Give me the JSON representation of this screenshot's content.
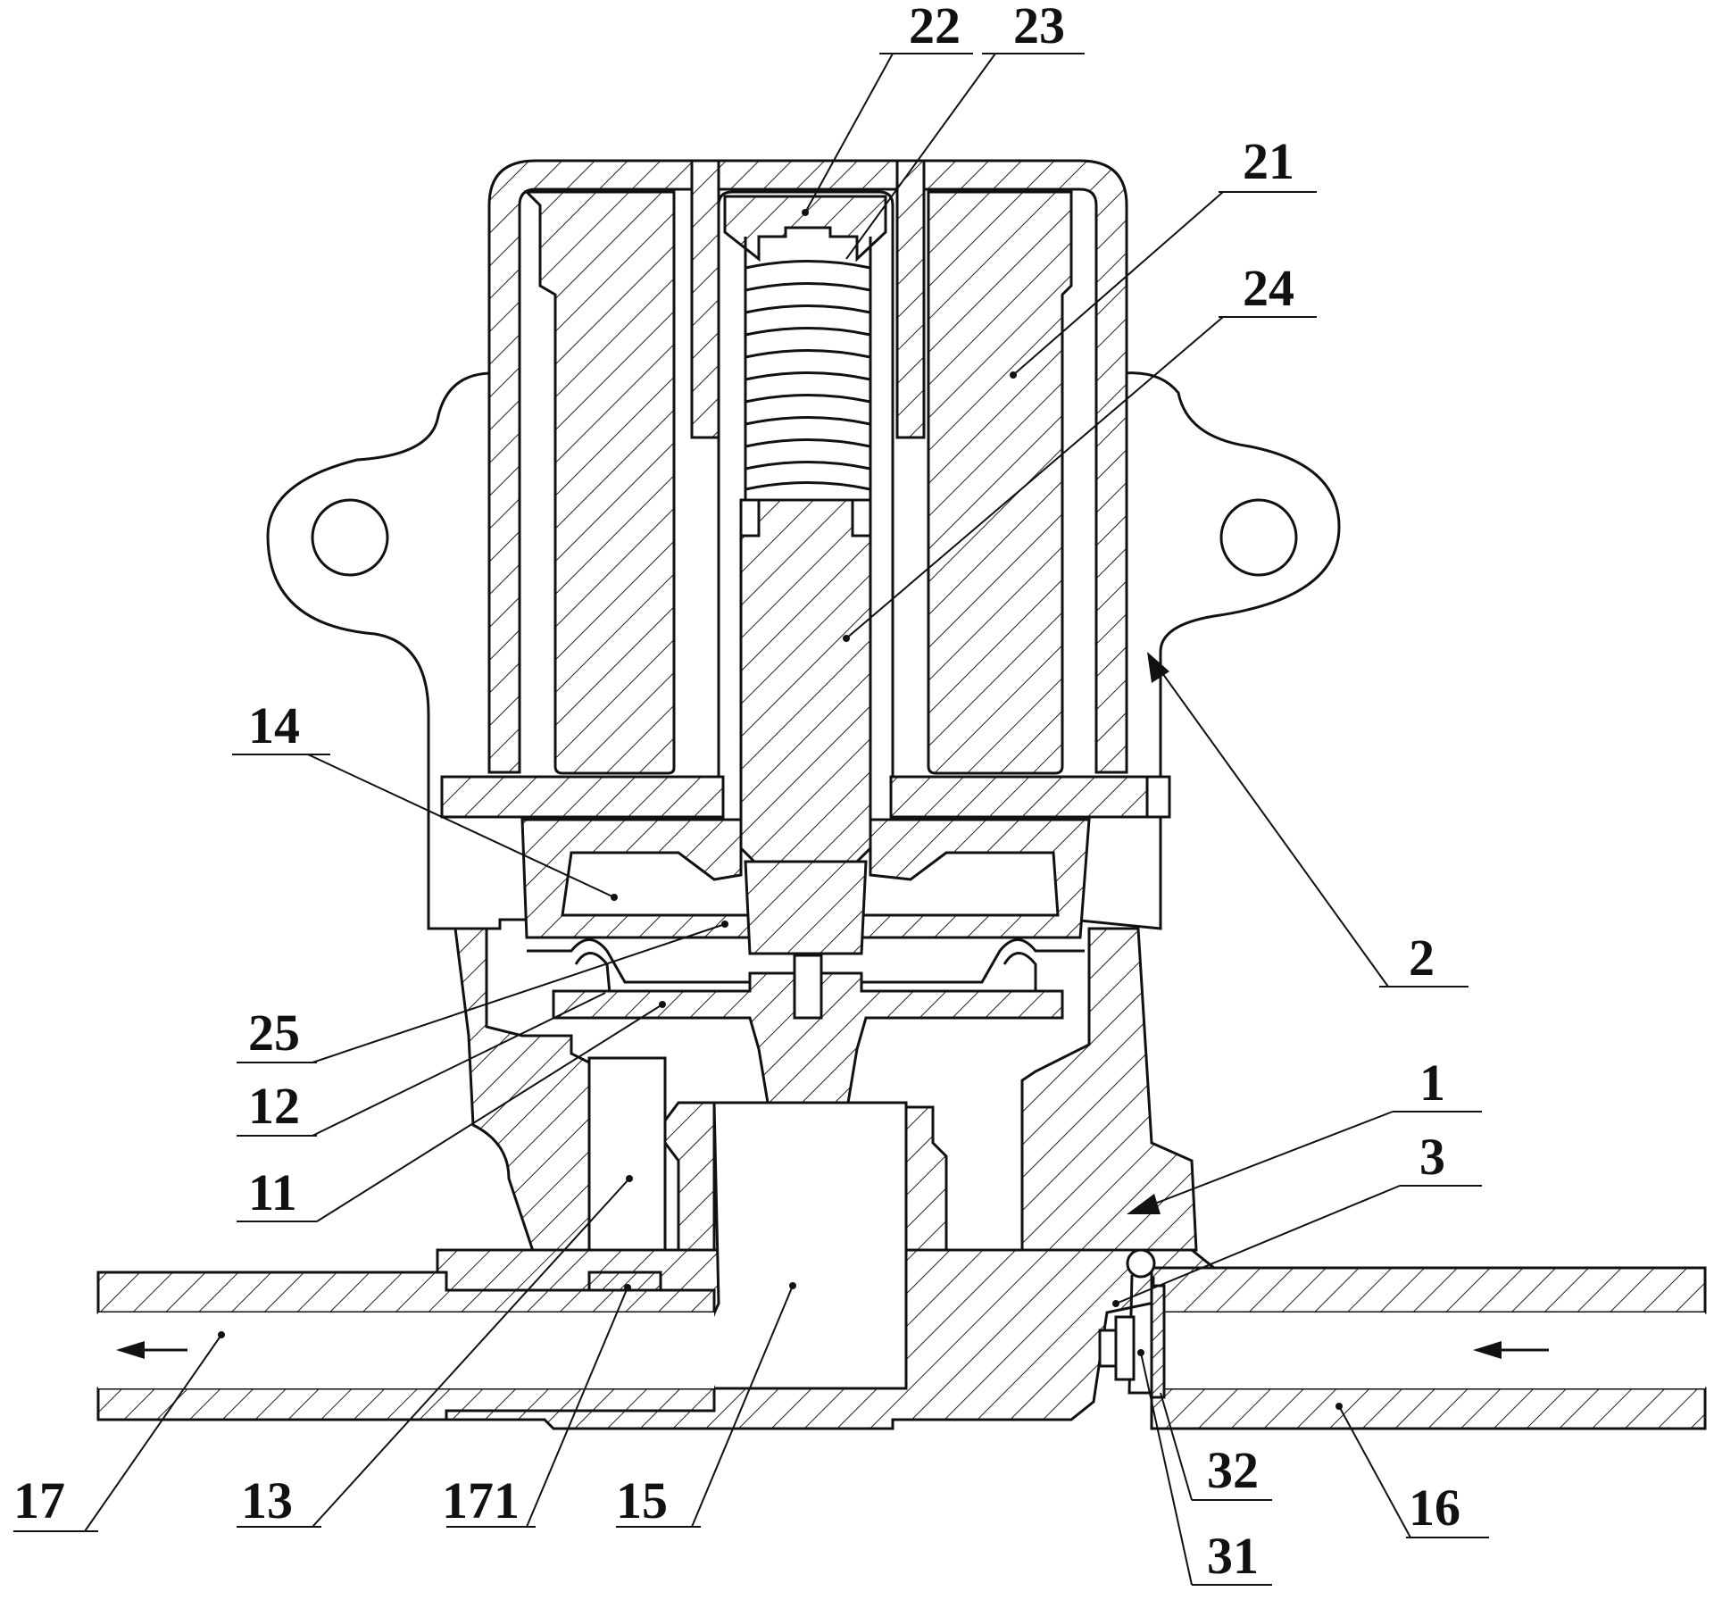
{
  "labels": {
    "l22": "22",
    "l23": "23",
    "l21": "21",
    "l24": "24",
    "l14": "14",
    "l2": "2",
    "l25": "25",
    "l12": "12",
    "l11": "11",
    "l1": "1",
    "l3": "3",
    "l17": "17",
    "l13": "13",
    "l171": "171",
    "l15": "15",
    "l32": "32",
    "l16": "16",
    "l31": "31"
  },
  "colors": {
    "line": "#111111",
    "background": "#ffffff"
  }
}
